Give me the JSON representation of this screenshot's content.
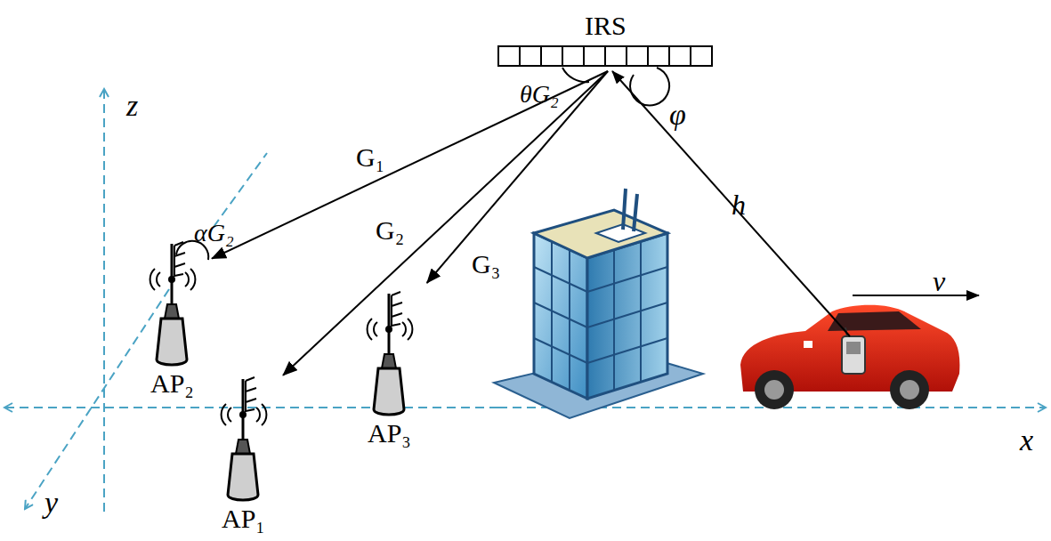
{
  "diagram": {
    "nodes": [
      {
        "text": [
          "IRS"
        ]
      },
      {
        "text": [
          "AP₂"
        ]
      },
      {
        "text": [
          "AP₁"
        ]
      },
      {
        "text": [
          "AP₃"
        ]
      }
    ],
    "edges": [
      {
        "from": 0,
        "to": 1,
        "label": "G₁",
        "arrow": "to"
      },
      {
        "from": 0,
        "to": 2,
        "label": "G₂",
        "arrow": "to"
      },
      {
        "from": 0,
        "to": 3,
        "label": "G₃",
        "arrow": "to"
      }
    ],
    "labels": [
      "z",
      "x",
      "y",
      "θG₂",
      "φ",
      "h",
      "αG₂",
      "v"
    ]
  }
}
